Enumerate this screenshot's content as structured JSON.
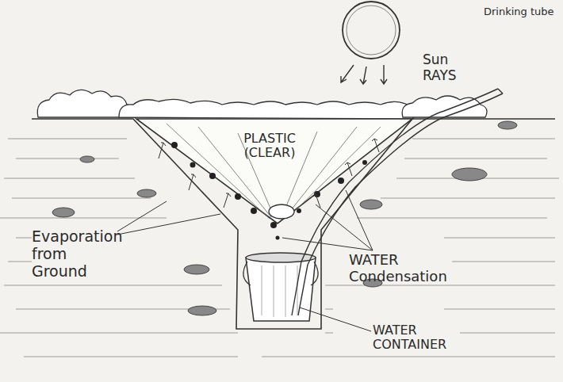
{
  "diagram": {
    "labels": [
      "Sun RAYS",
      "Drinking tube",
      "PLASTIC (CLEAR)",
      "Evaporation from Ground",
      "WATER Condensation",
      "WATER CONTAINER"
    ]
  }
}
